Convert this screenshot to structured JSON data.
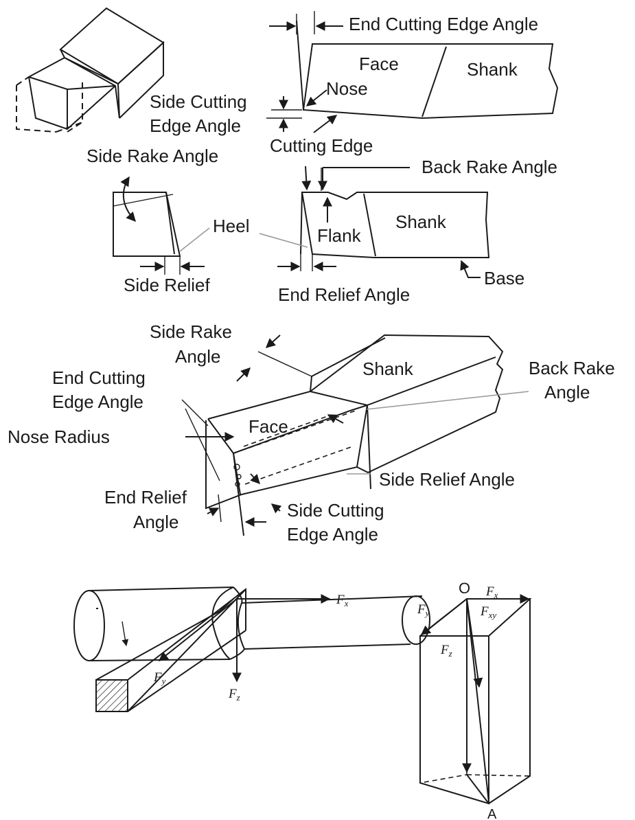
{
  "figure1": {
    "end_cutting_edge_angle": "End Cutting Edge Angle",
    "face": "Face",
    "shank": "Shank",
    "nose": "Nose",
    "side_cutting_line1": "Side Cutting",
    "side_cutting_line2": "Edge Angle",
    "cutting_edge": "Cutting Edge",
    "side_rake_angle": "Side Rake Angle",
    "back_rake_angle": "Back Rake Angle",
    "heel": "Heel",
    "flank": "Flank",
    "shank2": "Shank",
    "side_relief": "Side Relief",
    "end_relief_angle": "End Relief Angle",
    "base": "Base"
  },
  "figure2": {
    "side_rake_line1": "Side Rake",
    "side_rake_line2": "Angle",
    "shank": "Shank",
    "back_rake_line1": "Back Rake",
    "back_rake_line2": "Angle",
    "end_cutting_line1": "End Cutting",
    "end_cutting_line2": "Edge Angle",
    "face": "Face",
    "nose_radius": "Nose Radius",
    "side_relief_angle": "Side Relief Angle",
    "end_relief_line1": "End Relief",
    "end_relief_line2": "Angle",
    "side_cutting_line1": "Side Cutting",
    "side_cutting_line2": "Edge Angle"
  },
  "figure3": {
    "fx_main": "F",
    "fx_sub": "x",
    "fy_main": "F",
    "fy_sub": "y",
    "fz_main": "F",
    "fz_sub": "z"
  },
  "figure4": {
    "origin": "O",
    "point_a": "A",
    "fx_main": "F",
    "fx_sub": "x",
    "fy_main": "F",
    "fy_sub": "y",
    "fxy_main": "F",
    "fxy_sub": "xy",
    "fz_main": "F",
    "fz_sub": "z"
  }
}
